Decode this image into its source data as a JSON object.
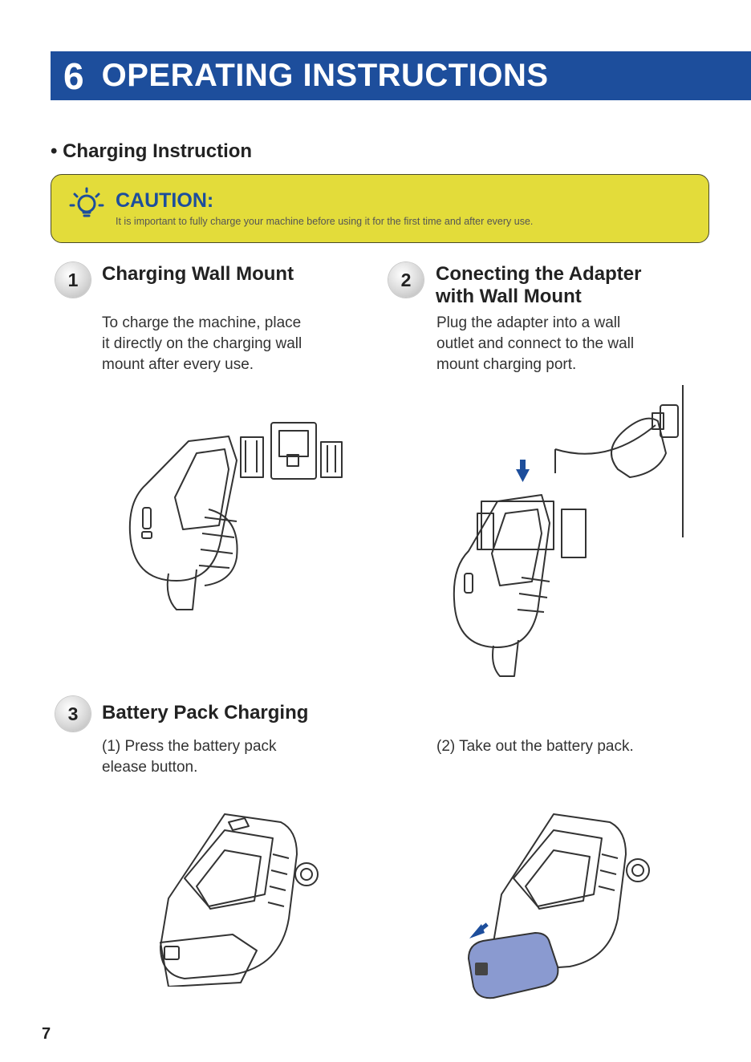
{
  "header": {
    "number": "6",
    "title": "OPERATING INSTRUCTIONS"
  },
  "section": {
    "title": "• Charging Instruction"
  },
  "caution": {
    "icon": "lightbulb-icon",
    "title": "CAUTION:",
    "text": "It is important to fully charge your machine before using it for the first time and after every use."
  },
  "steps": [
    {
      "number": "1",
      "title": "Charging Wall Mount",
      "lines": [
        "To charge the machine, place",
        "it directly on the charging wall",
        "mount after every use."
      ]
    },
    {
      "number": "2",
      "title_lines": [
        "Conecting the Adapter",
        "with Wall Mount"
      ],
      "lines": [
        "Plug the adapter into a wall",
        "outlet and connect to the wall",
        "mount charging port."
      ]
    },
    {
      "number": "3",
      "title": "Battery Pack Charging",
      "sub1_lines": [
        "(1) Press the battery pack",
        "elease button."
      ],
      "sub2_lines": [
        "(2) Take out the battery pack."
      ]
    }
  ],
  "colors": {
    "header_bg": "#1d4e9c",
    "caution_bg": "#e3dc3a",
    "accent_blue": "#1d4e9c",
    "battery_highlight": "#8a9ad0"
  },
  "page_number": "7"
}
